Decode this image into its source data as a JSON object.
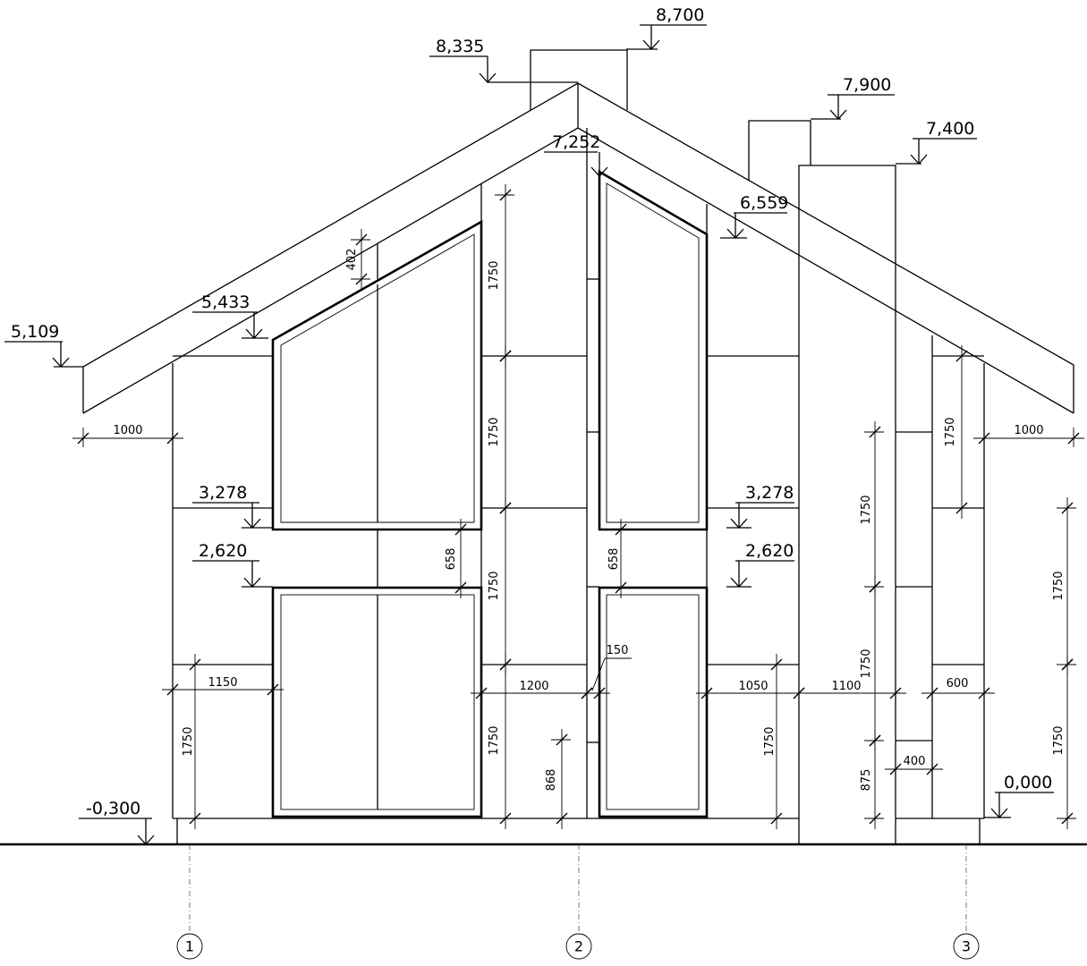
{
  "drawing": {
    "levels": [
      "8,700",
      "8,335",
      "7,900",
      "7,400",
      "7,252",
      "6,559",
      "5,433",
      "5,109",
      "3,278",
      "2,620",
      "3,278",
      "2,620",
      "-0,300",
      "0,000"
    ],
    "dimensions": [
      "1000",
      "1000",
      "1150",
      "1200",
      "150",
      "1050",
      "1100",
      "600",
      "400",
      "402",
      "1750",
      "1750",
      "1750",
      "1750",
      "658",
      "658",
      "1750",
      "868",
      "1750",
      "1750",
      "1750",
      "875",
      "1750",
      "1750",
      "1750"
    ],
    "axes": [
      "1",
      "2",
      "3"
    ]
  }
}
